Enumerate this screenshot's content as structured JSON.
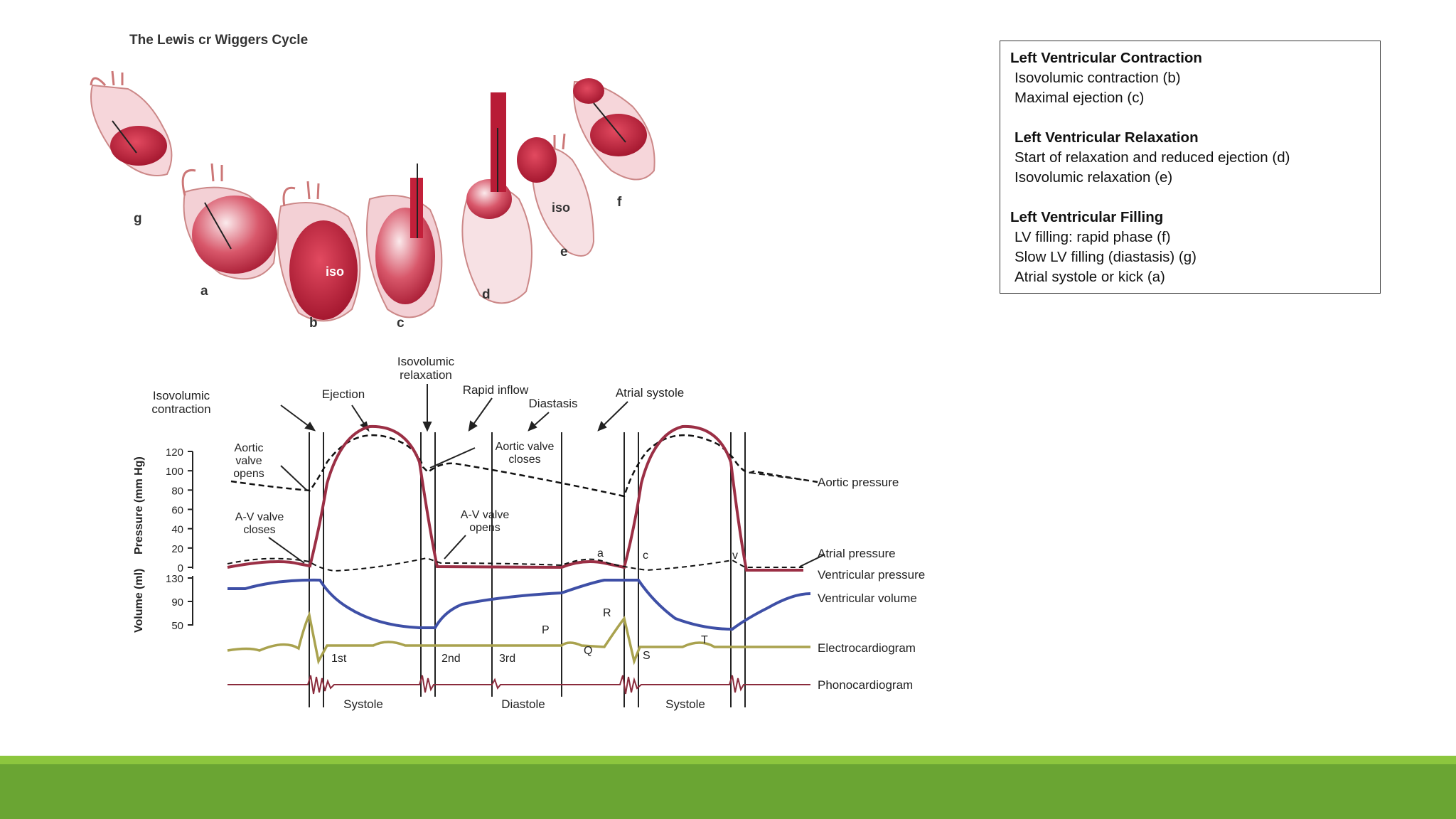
{
  "figure_top": {
    "title": "The Lewis cr Wiggers Cycle",
    "labels": [
      "g",
      "a",
      "b",
      "c",
      "d",
      "e",
      "f"
    ],
    "iso_labels": [
      "iso",
      "iso"
    ]
  },
  "info_box": {
    "sections": [
      {
        "heading": "Left Ventricular Contraction",
        "items": [
          "Isovolumic contraction (b)",
          "Maximal ejection (c)"
        ]
      },
      {
        "heading": "Left Ventricular Relaxation",
        "items": [
          "Start of relaxation and reduced ejection (d)",
          "Isovolumic relaxation (e)"
        ]
      },
      {
        "heading": "Left Ventricular Filling",
        "items": [
          "LV filling: rapid phase (f)",
          "Slow LV filling (diastasis) (g)",
          "Atrial systole or kick (a)"
        ]
      }
    ]
  },
  "diagram": {
    "phase_labels": {
      "isovolumic_contraction": [
        "Isovolumic",
        "contraction"
      ],
      "ejection": "Ejection",
      "isovolumic_relaxation": [
        "Isovolumic",
        "relaxation"
      ],
      "rapid_inflow": "Rapid inflow",
      "diastasis": "Diastasis",
      "atrial_systole": "Atrial systole"
    },
    "annotations": {
      "aortic_valve_opens": [
        "Aortic",
        "valve",
        "opens"
      ],
      "av_valve_closes": [
        "A-V valve",
        "closes"
      ],
      "aortic_valve_closes": [
        "Aortic valve",
        "closes"
      ],
      "av_valve_opens": [
        "A-V valve",
        "opens"
      ],
      "wave_a": "a",
      "wave_c": "c",
      "wave_v": "v"
    },
    "y_axis_pressure": {
      "label": "Pressure (mm Hg)",
      "ticks": [
        "120",
        "100",
        "80",
        "60",
        "40",
        "20",
        "0"
      ]
    },
    "y_axis_volume": {
      "label": "Volume (ml)",
      "ticks": [
        "130",
        "90",
        "50"
      ]
    },
    "trace_labels": [
      "Aortic pressure",
      "Atrial pressure",
      "Ventricular pressure",
      "Ventricular volume",
      "Electrocardiogram",
      "Phonocardiogram"
    ],
    "ecg_labels": [
      "P",
      "R",
      "Q",
      "S",
      "T"
    ],
    "heart_sounds": [
      "1st",
      "2nd",
      "3rd"
    ],
    "cycle_labels": [
      "Systole",
      "Diastole",
      "Systole"
    ],
    "colors": {
      "ventricular_pressure": "#9b2f45",
      "volume": "#3e4fa6",
      "ecg": "#a9a24e",
      "phono": "#8a2b3c",
      "heart": "#c0283d"
    }
  }
}
